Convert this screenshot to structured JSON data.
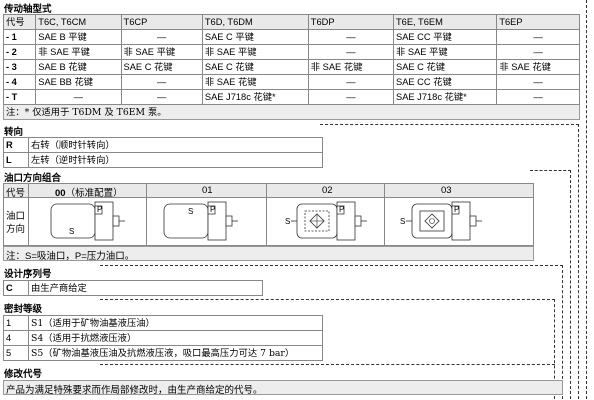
{
  "drive_shaft": {
    "title": "传动轴型式",
    "headers": [
      "代号",
      "T6C, T6CM",
      "T6CP",
      "T6D, T6DM",
      "T6DP",
      "T6E, T6EM",
      "T6EP"
    ],
    "rows": [
      [
        "- 1",
        "SAE B 平键",
        "—",
        "SAE C 平键",
        "—",
        "SAE CC 平键",
        "—"
      ],
      [
        "- 2",
        "非 SAE 平键",
        "非 SAE 平键",
        "非 SAE 平键",
        "—",
        "非 SAE 平键",
        "—"
      ],
      [
        "- 3",
        "SAE B 花键",
        "SAE C 花键",
        "SAE C 花键",
        "非 SAE 花键",
        "SAE C 花键",
        "非 SAE 花键"
      ],
      [
        "- 4",
        "SAE BB 花键",
        "—",
        "非 SAE 花键",
        "—",
        "SAE CC 花键",
        "—"
      ],
      [
        "- T",
        "—",
        "—",
        "SAE J718c 花键*",
        "—",
        "SAE J718c 花键*",
        "—"
      ]
    ],
    "note": "注：* 仅适用于 T6DM 及 T6EM 泵。"
  },
  "rotation": {
    "title": "转向",
    "rows": [
      {
        "code": "R",
        "desc": "右转（顺时针转向）"
      },
      {
        "code": "L",
        "desc": "左转（逆时针转向）"
      }
    ]
  },
  "port": {
    "title": "油口方向组合",
    "code_label": "代号",
    "options": [
      {
        "code": "00",
        "suffix": "（标准配置）"
      },
      {
        "code": "01",
        "suffix": ""
      },
      {
        "code": "02",
        "suffix": ""
      },
      {
        "code": "03",
        "suffix": ""
      }
    ],
    "row_label_1": "油口",
    "row_label_2": "方向",
    "note": "注：S=吸油口，P=压力油口。",
    "fig_s": "S",
    "fig_p": "P"
  },
  "design": {
    "title": "设计序列号",
    "code": "C",
    "desc": "由生产商给定"
  },
  "seal": {
    "title": "密封等级",
    "rows": [
      {
        "code": "1",
        "desc": "S1（适用于矿物油基液压油）"
      },
      {
        "code": "4",
        "desc": "S4（适用于抗燃液压液）"
      },
      {
        "code": "5",
        "desc": "S5（矿物油基液压油及抗燃液压液，吸口最高压力可达 7 bar）"
      }
    ]
  },
  "modification": {
    "title": "修改代号",
    "desc": "产品为满足特殊要求而作局部修改时，由生产商给定的代号。"
  }
}
